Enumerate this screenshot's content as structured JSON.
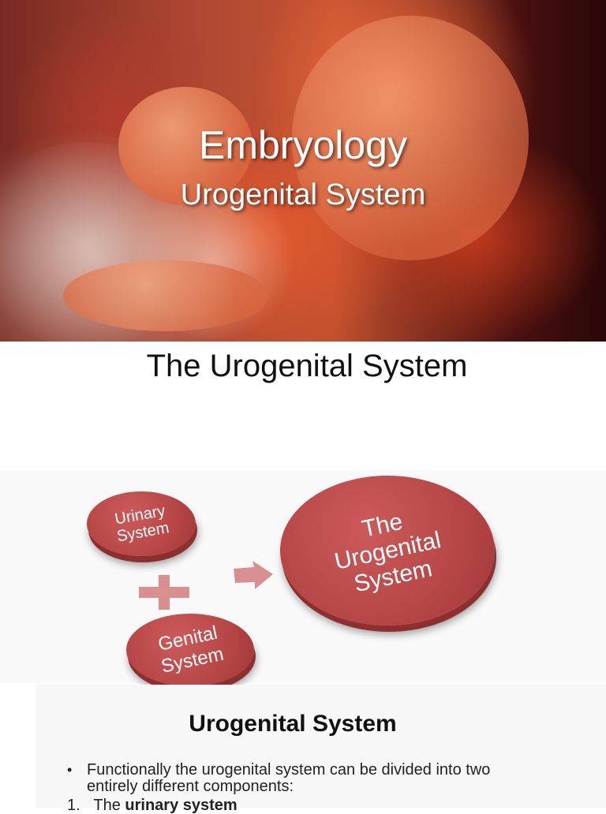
{
  "slide1": {
    "title": "Embryology",
    "subtitle": "Urogenital System"
  },
  "slide2": {
    "title": "The Urogenital System",
    "diagram": {
      "urinary": [
        "Urinary",
        "System"
      ],
      "genital": [
        "Genital",
        "System"
      ],
      "result": [
        "The",
        "Urogenital",
        "System"
      ],
      "colors": {
        "circle": "#b44444",
        "connector": "#d98f8f",
        "background": "#f9f9f9"
      }
    }
  },
  "slide3": {
    "title": "Urogenital System",
    "bullet": "Functionally the urogenital system can be divided into two entirely different components:",
    "item1_number": "1.",
    "item1_prefix": "The",
    "item1_bold": "urinary system"
  }
}
